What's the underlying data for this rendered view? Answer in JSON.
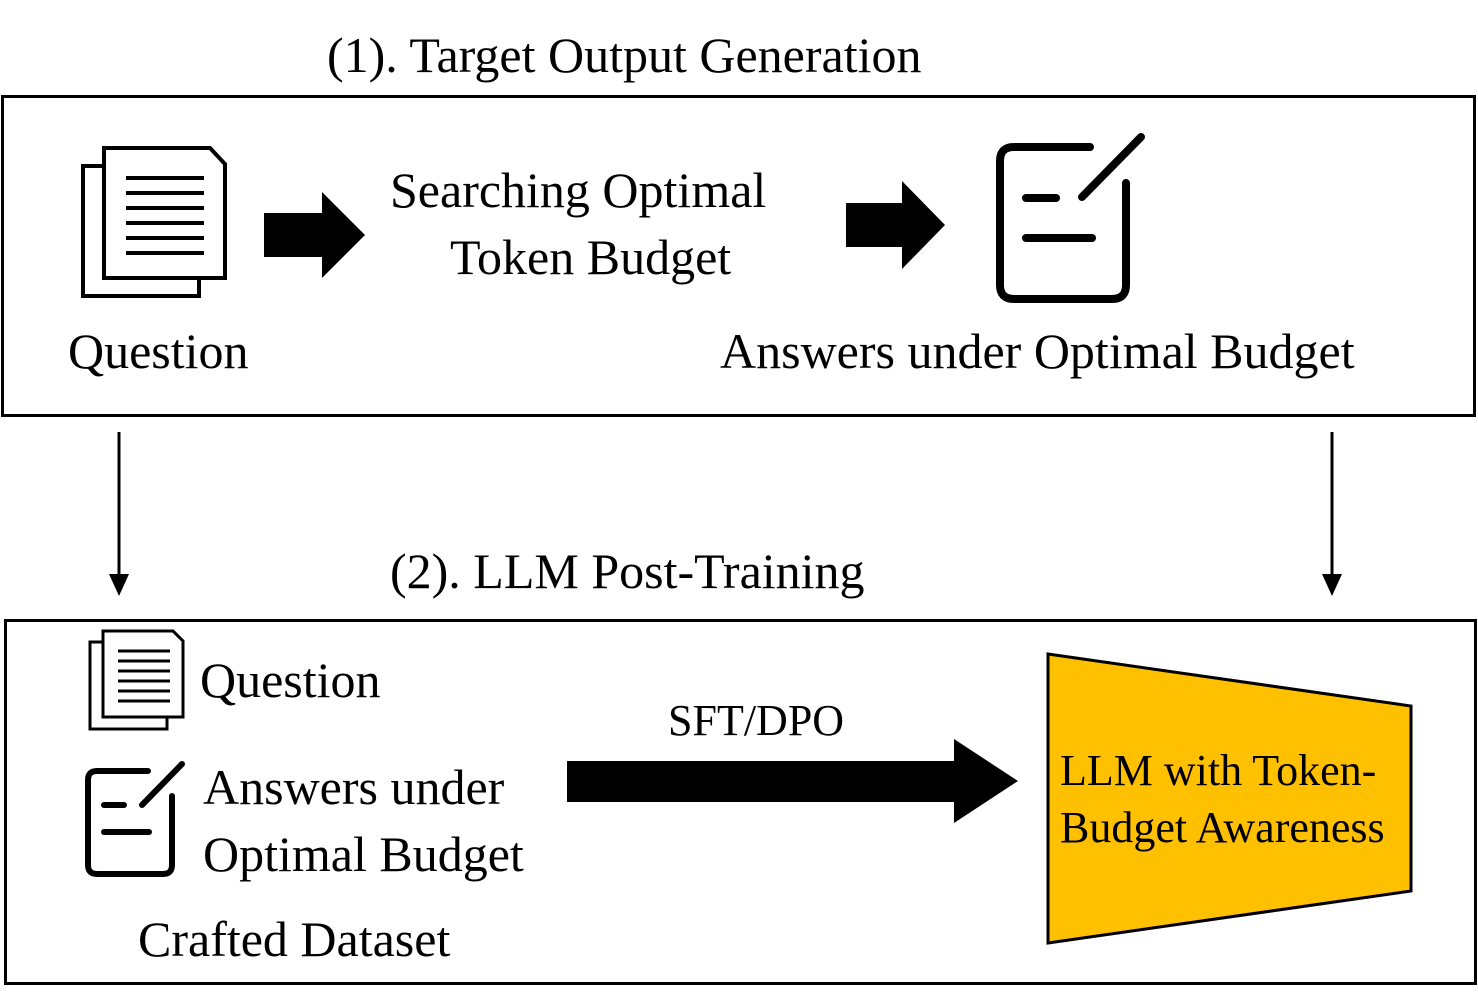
{
  "stage1": {
    "title": "(1). Target Output Generation",
    "question_label": "Question",
    "search_line1": "Searching Optimal",
    "search_line2": "Token Budget",
    "answers_label": "Answers under Optimal Budget"
  },
  "stage2": {
    "title": "(2). LLM Post-Training",
    "question_label": "Question",
    "answers_line1": "Answers under",
    "answers_line2": "Optimal Budget",
    "dataset_label": "Crafted Dataset",
    "method_label": "SFT/DPO",
    "model_line1": "LLM with Token-",
    "model_line2": "Budget Awareness"
  },
  "colors": {
    "model_fill": "#FFC000",
    "stroke": "#000000"
  },
  "icons": {
    "question": "document-stack-icon",
    "answer": "edit-note-icon",
    "flow": "block-arrow-icon",
    "down": "down-arrow-icon"
  }
}
